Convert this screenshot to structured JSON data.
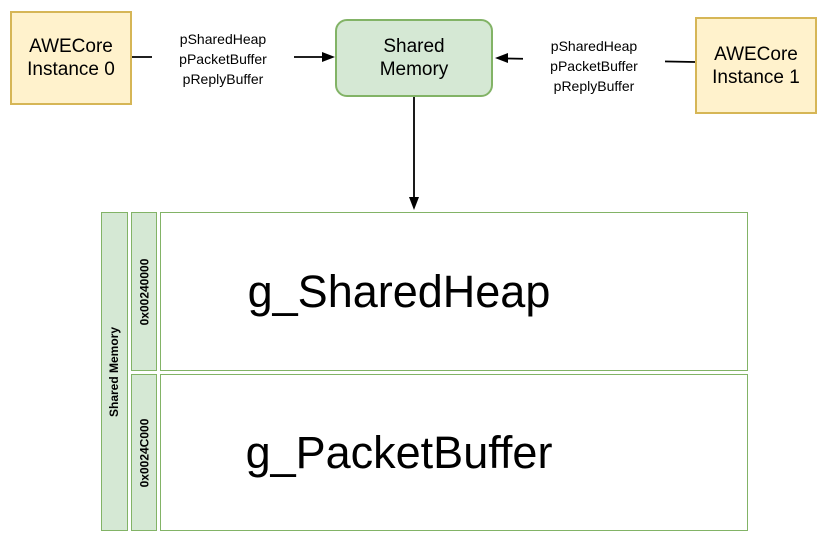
{
  "nodes": {
    "instance0": {
      "line1": "AWECore",
      "line2": "Instance 0"
    },
    "shared_memory": {
      "line1": "Shared",
      "line2": "Memory"
    },
    "instance1": {
      "line1": "AWECore",
      "line2": "Instance 1"
    }
  },
  "edges": {
    "left": {
      "labels": [
        "pSharedHeap",
        "pPacketBuffer",
        "pReplyBuffer"
      ]
    },
    "right": {
      "labels": [
        "pSharedHeap",
        "pPacketBuffer",
        "pReplyBuffer"
      ]
    }
  },
  "memory_table": {
    "side_header": "Shared Memory",
    "rows": [
      {
        "address": "0x00240000",
        "label": "g_SharedHeap"
      },
      {
        "address": "0x0024C000",
        "label": "g_PacketBuffer"
      }
    ]
  },
  "colors": {
    "node_yellow_fill": "#FFF2CC",
    "node_yellow_stroke": "#D6B656",
    "node_green_fill": "#D5E8D4",
    "node_green_stroke": "#82B366",
    "connector": "#000000",
    "text": "#000000",
    "background": "#FFFFFF"
  }
}
